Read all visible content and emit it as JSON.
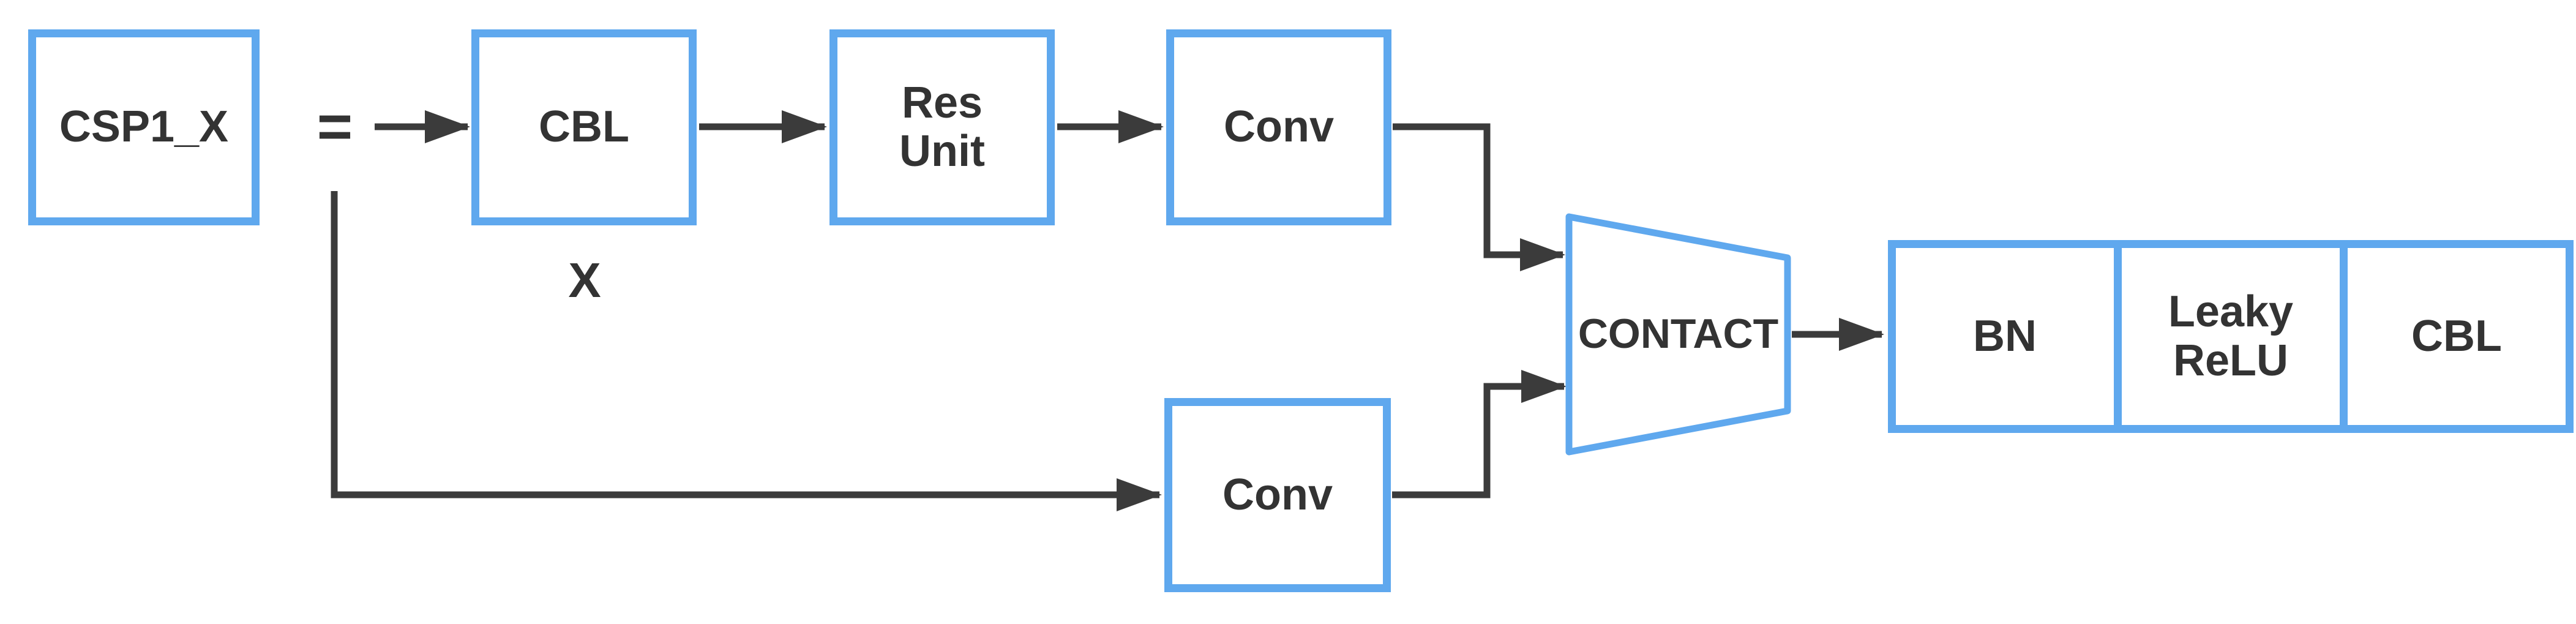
{
  "colors": {
    "box_border": "#5FA8EE",
    "connector": "#3B3B3B",
    "text": "#333333",
    "background": "#FFFFFF"
  },
  "nodes": {
    "csp1x": {
      "label": "CSP1_X"
    },
    "equals": {
      "label": "="
    },
    "cbl": {
      "label": "CBL"
    },
    "cbl_multiplier": {
      "label": "X"
    },
    "res_unit": {
      "line1": "Res",
      "line2": "Unit"
    },
    "conv_top": {
      "label": "Conv"
    },
    "conv_bottom": {
      "label": "Conv"
    },
    "contact": {
      "label": "CONTACT"
    },
    "bn": {
      "label": "BN"
    },
    "leaky_relu": {
      "line1": "Leaky",
      "line2": "ReLU"
    },
    "cbl_output": {
      "label": "CBL"
    }
  },
  "edges": [
    {
      "from": "equals",
      "to": "CBL"
    },
    {
      "from": "CBL",
      "to": "Res Unit"
    },
    {
      "from": "Res Unit",
      "to": "Conv (top)"
    },
    {
      "from": "Conv (top)",
      "to": "CONTACT"
    },
    {
      "from": "equals",
      "to": "Conv (bottom)",
      "via": "bypass branch"
    },
    {
      "from": "Conv (bottom)",
      "to": "CONTACT"
    },
    {
      "from": "CONTACT",
      "to": "BN"
    }
  ]
}
